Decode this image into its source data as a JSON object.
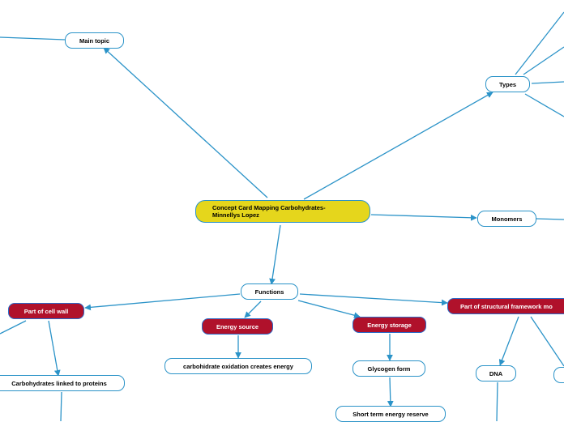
{
  "colors": {
    "line": "#2b93c8",
    "central_fill": "#e5d61c",
    "red_fill": "#b0112b",
    "white_fill": "#ffffff"
  },
  "nodes": {
    "central": {
      "line1": "Concept Card Mapping Carbohydrates-",
      "line2": "Minnellys Lopez"
    },
    "main_topic": "Main topic",
    "types": "Types",
    "monomers": "Monomers",
    "functions": "Functions",
    "part_of_cell_wall": "Part of cell wall",
    "energy_source": "Energy source",
    "energy_storage": "Energy storage",
    "part_of_structural_framework": "Part of structural framework mo",
    "carbs_linked_to_proteins": "Carbohydrates linked to proteins",
    "carb_oxidation": "carbohidrate oxidation creates energy",
    "glycogen_form": "Glycogen form",
    "short_term_energy": "Short term energy reserve",
    "dna": "DNA"
  }
}
